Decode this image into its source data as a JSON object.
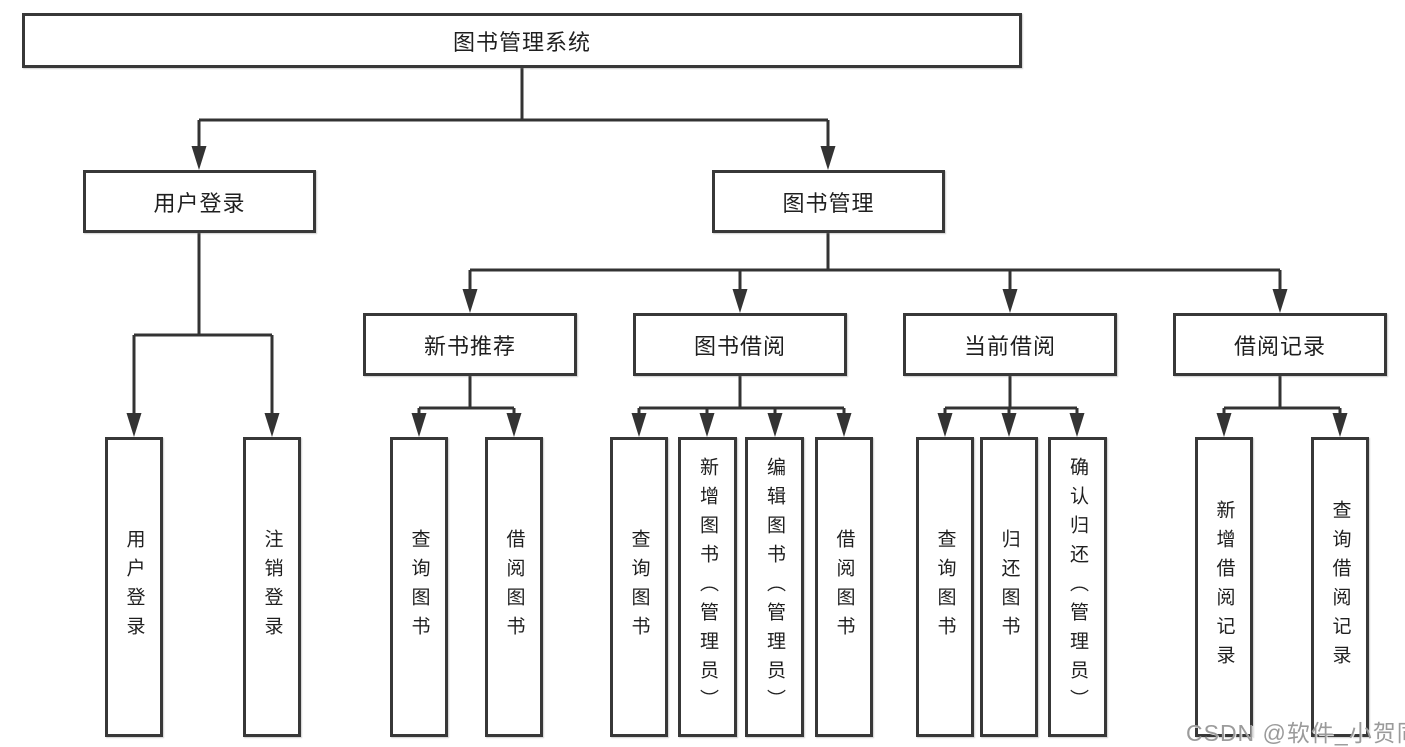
{
  "tree": {
    "root": {
      "label": "图书管理系统",
      "children": [
        {
          "label": "用户登录",
          "children": [
            {
              "label": "用户登录"
            },
            {
              "label": "注销登录"
            }
          ]
        },
        {
          "label": "图书管理",
          "children": [
            {
              "label": "新书推荐",
              "children": [
                {
                  "label": "查询图书"
                },
                {
                  "label": "借阅图书"
                }
              ]
            },
            {
              "label": "图书借阅",
              "children": [
                {
                  "label": "查询图书"
                },
                {
                  "label": "新增图书（管理员）"
                },
                {
                  "label": "编辑图书（管理员）"
                },
                {
                  "label": "借阅图书"
                }
              ]
            },
            {
              "label": "当前借阅",
              "children": [
                {
                  "label": "查询图书"
                },
                {
                  "label": "归还图书"
                },
                {
                  "label": "确认归还（管理员）"
                }
              ]
            },
            {
              "label": "借阅记录",
              "children": [
                {
                  "label": "新增借阅记录"
                },
                {
                  "label": "查询借阅记录"
                }
              ]
            }
          ]
        }
      ]
    }
  },
  "watermark": {
    "text": "CSDN @软件_小贺同学"
  },
  "colors": {
    "line": "#333333",
    "box_border": "#383838",
    "text": "#1f1f1f",
    "watermark": "#9b9b9b",
    "background": "#ffffff"
  }
}
